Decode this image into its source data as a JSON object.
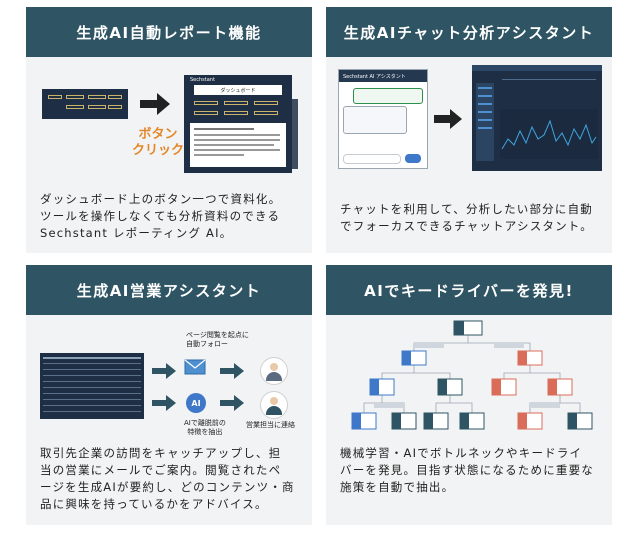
{
  "cards": [
    {
      "title": "生成AI自動レポート機能",
      "illustration": {
        "dashboard_label": "ダッシュボード",
        "panel_brand": "Sechstant",
        "button_click_label": [
          "ボタン",
          "クリック"
        ]
      },
      "description": [
        "ダッシュボード上のボタン一つで資料化。",
        "ツールを操作しなくても分析資料のできる",
        "Sechstant レポーティング AI。"
      ]
    },
    {
      "title": "生成AIチャット分析アシスタント",
      "illustration": {
        "chat_window_title": "Sechstant AI アシスタント"
      },
      "description": [
        "チャットを利用して、分析したい部分に自動",
        "でフォーカスできるチャットアシスタント。"
      ]
    },
    {
      "title": "生成AI営業アシスタント",
      "illustration": {
        "followup_label": [
          "ページ閲覧を起点に",
          "自動フォロー"
        ],
        "ai_badge": "AI",
        "churn_label": [
          "AIで離脱前の",
          "特徴を抽出"
        ],
        "contact_label": "営業担当に連絡"
      },
      "description": [
        "取引先企業の訪問をキャッチアップし、担",
        "当の営業にメールでご案内。閲覧されたペ",
        "ージを生成AIが要約し、どのコンテンツ・商",
        "品に興味を持っているかをアドバイス。"
      ]
    },
    {
      "title": "AIでキードライバーを発見!",
      "description": [
        "機械学習・AIでボトルネックやキードライ",
        "バーを発見。目指す状態になるために重要な",
        "施策を自動で抽出。"
      ]
    }
  ],
  "colors": {
    "header": "#2f5463",
    "card_bg": "#f2f3f4",
    "navy_panel": "#1e2f45",
    "accent_orange": "#e4872a",
    "node_blue": "#3f78c8",
    "node_red": "#d96d5a"
  }
}
